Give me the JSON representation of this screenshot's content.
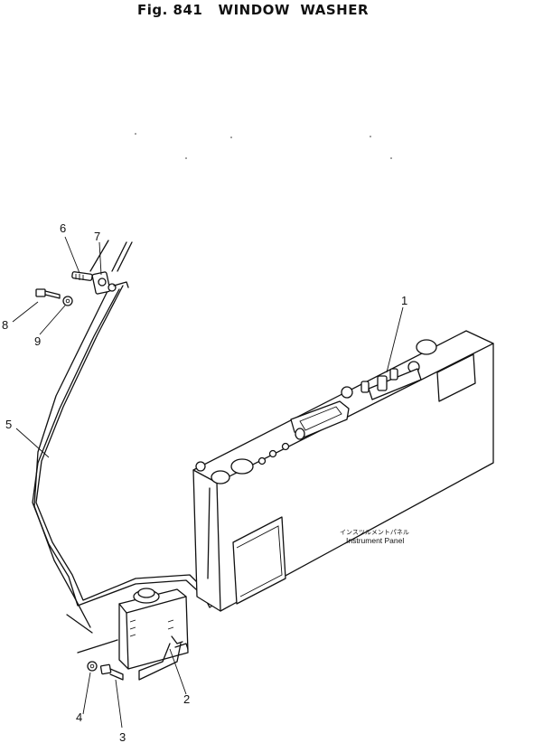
{
  "figure": {
    "title": "Fig. 841   WINDOW  WASHER"
  },
  "parts": [
    {
      "callout": "1"
    },
    {
      "callout": "2"
    },
    {
      "callout": "3"
    },
    {
      "callout": "4"
    },
    {
      "callout": "5"
    },
    {
      "callout": "6"
    },
    {
      "callout": "7"
    },
    {
      "callout": "8"
    },
    {
      "callout": "9"
    }
  ],
  "panel_label": {
    "japanese": "インスツルメントパネル",
    "english": "Instrument Panel"
  }
}
